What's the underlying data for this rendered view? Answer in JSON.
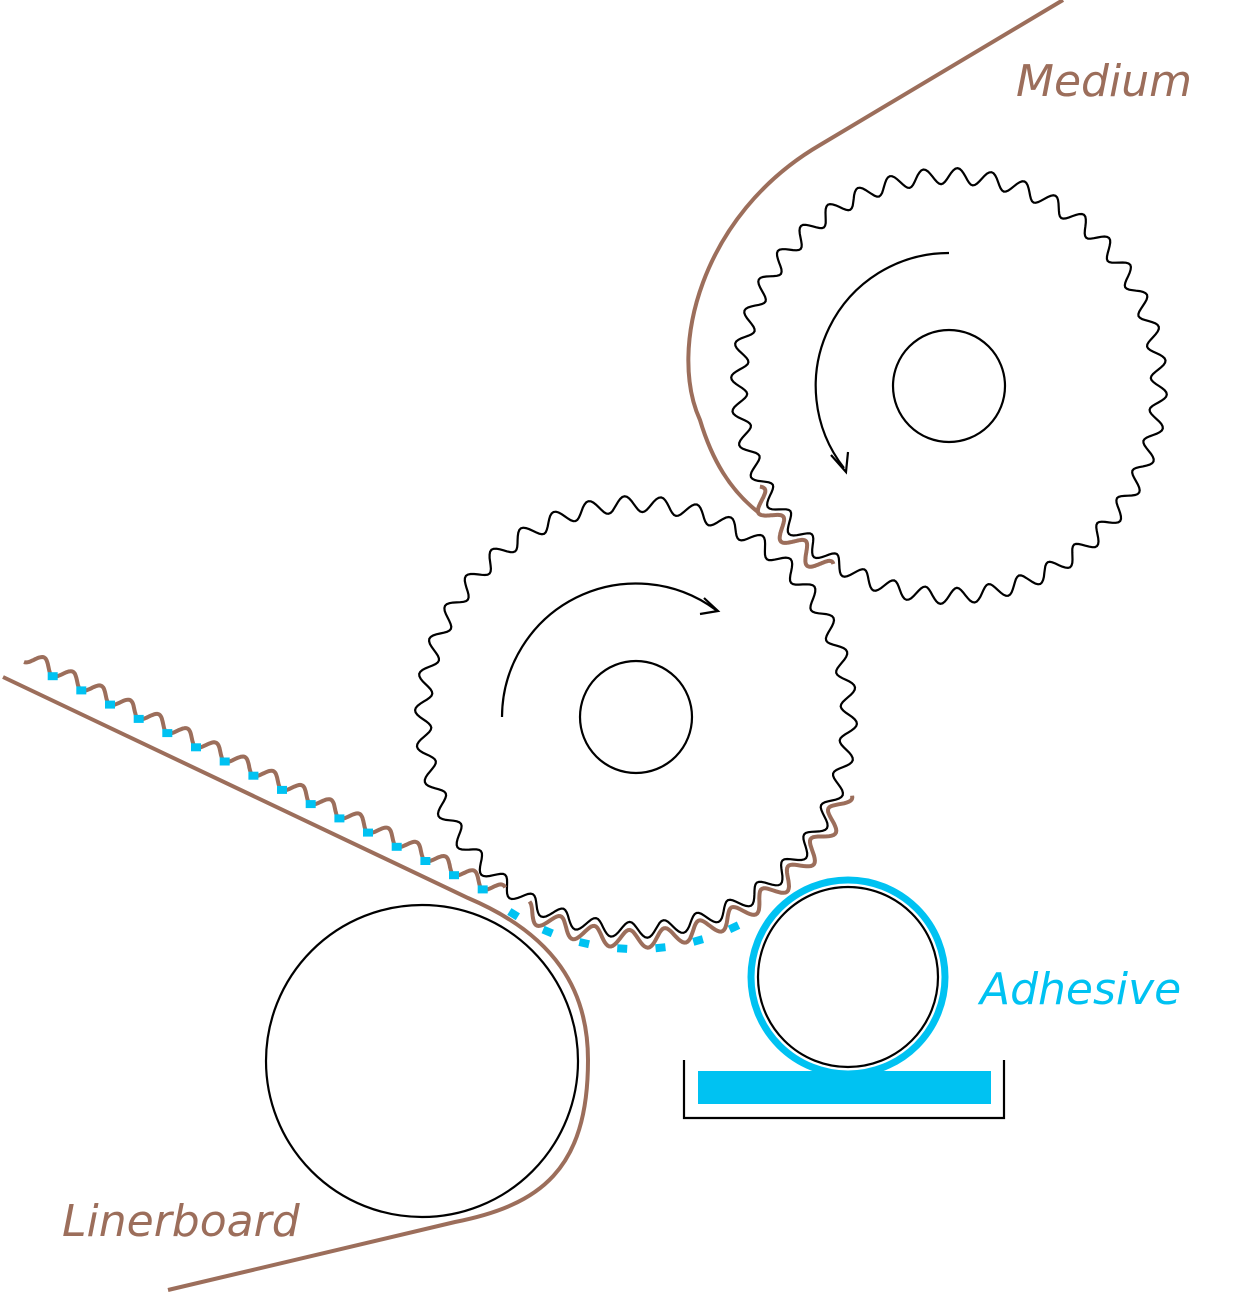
{
  "labels": {
    "medium": "Medium",
    "liner": "Linerboard",
    "adhesive": "Adhesive"
  },
  "colors": {
    "paper": "#9c6e5b",
    "adhesive": "#00c2f2",
    "ink": "#000000",
    "background": "#ffffff"
  },
  "corrugating_rolls": {
    "upper_teeth": 40,
    "lower_teeth": 38
  }
}
